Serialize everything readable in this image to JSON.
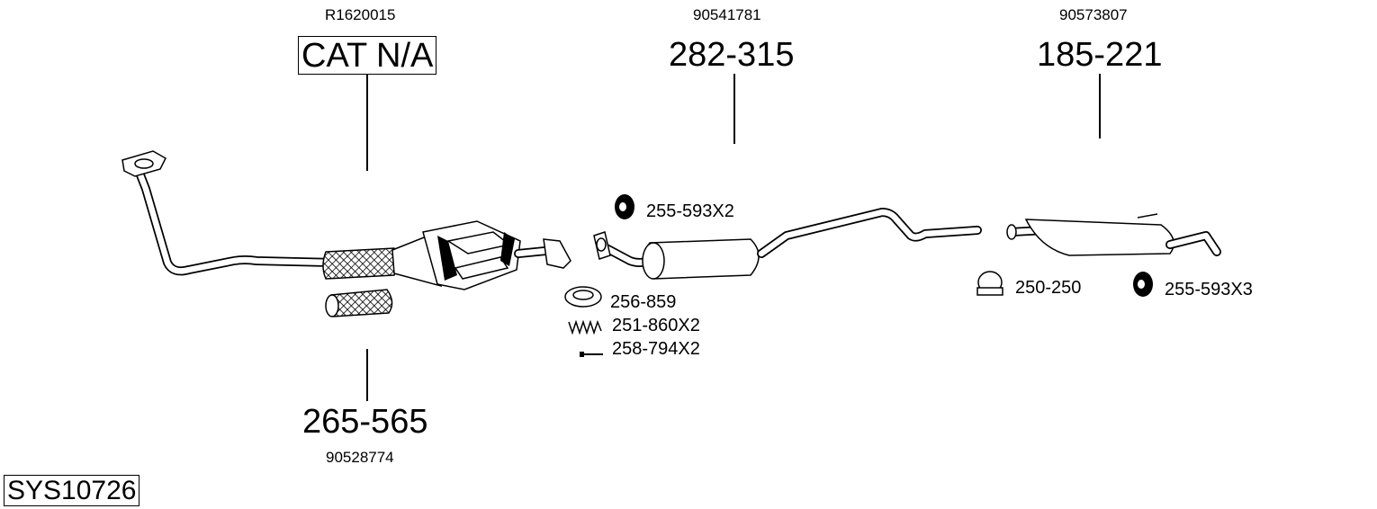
{
  "system": {
    "id": "SYS10726"
  },
  "parts": [
    {
      "key": "cat",
      "oe_number": "R1620015",
      "part_number": "CAT N/A"
    },
    {
      "key": "front_pipe",
      "oe_number": "90528774",
      "part_number": "265-565"
    },
    {
      "key": "middle_silencer",
      "oe_number": "90541781",
      "part_number": "282-315"
    },
    {
      "key": "rear_silencer",
      "oe_number": "90573807",
      "part_number": "185-221"
    }
  ],
  "accessories": [
    {
      "key": "hanger_mid",
      "label": "255-593X2"
    },
    {
      "key": "gasket",
      "label": "256-859"
    },
    {
      "key": "spring",
      "label": "251-860X2"
    },
    {
      "key": "bolt",
      "label": "258-794X2"
    },
    {
      "key": "clamp",
      "label": "250-250"
    },
    {
      "key": "hanger_rear",
      "label": "255-593X3"
    }
  ]
}
